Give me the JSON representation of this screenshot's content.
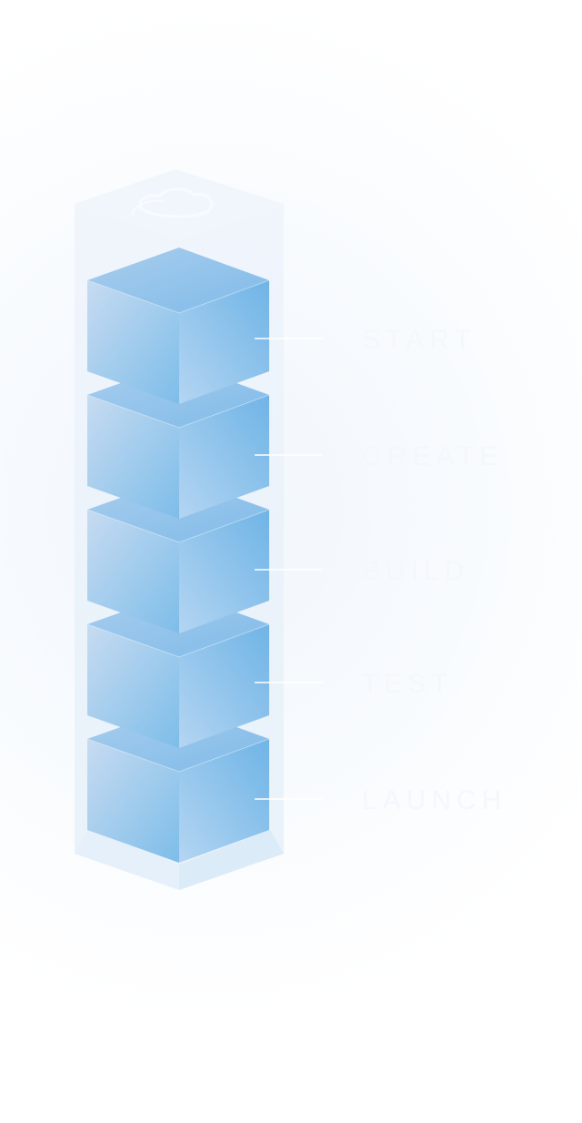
{
  "diagram": {
    "stages": [
      {
        "label": "START"
      },
      {
        "label": "CREATE"
      },
      {
        "label": "BUILD"
      },
      {
        "label": "TEST"
      },
      {
        "label": "LAUNCH"
      }
    ],
    "colors": {
      "cube_top": "#8fc3ec",
      "cube_left_light": "#c7dbf1",
      "cube_left_dark": "#7dbde9",
      "cube_right_light": "#6fb4e6",
      "cube_right_dark": "#b4d5f2",
      "container": "#e9f2fb",
      "label": "#f4f7fb",
      "connector": "#ffffff"
    },
    "icons": {
      "lid_emblem": "cloud-icon"
    }
  }
}
